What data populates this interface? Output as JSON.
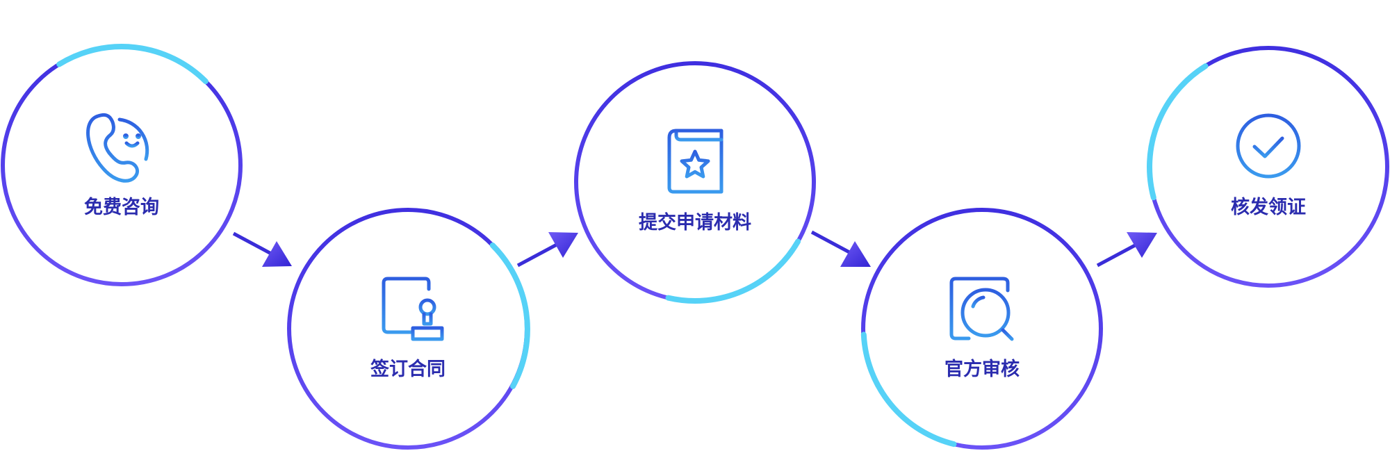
{
  "steps": [
    {
      "label": "免费咨询",
      "icon": "phone-smile-icon"
    },
    {
      "label": "签订合同",
      "icon": "contract-stamp-icon"
    },
    {
      "label": "提交申请材料",
      "icon": "star-book-icon"
    },
    {
      "label": "官方审核",
      "icon": "document-search-icon"
    },
    {
      "label": "核发领证",
      "icon": "check-circle-icon"
    }
  ],
  "colors": {
    "ring_top": "#3f2fe0",
    "ring_bottom": "#6a52f6",
    "ring_highlight": "#56d2f7",
    "icon_top": "#2e5ee0",
    "icon_bottom": "#3a9aee",
    "label": "#2b2cae",
    "arrow": "#4a35e0"
  }
}
